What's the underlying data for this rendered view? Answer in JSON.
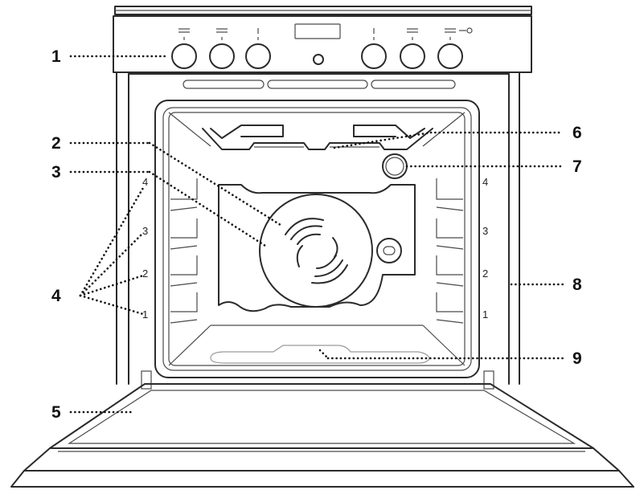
{
  "callouts": [
    {
      "id": "1",
      "label": "1"
    },
    {
      "id": "2",
      "label": "2"
    },
    {
      "id": "3",
      "label": "3"
    },
    {
      "id": "4",
      "label": "4"
    },
    {
      "id": "5",
      "label": "5"
    },
    {
      "id": "6",
      "label": "6"
    },
    {
      "id": "7",
      "label": "7"
    },
    {
      "id": "8",
      "label": "8"
    },
    {
      "id": "9",
      "label": "9"
    }
  ],
  "shelf_levels": {
    "left": [
      "4",
      "3",
      "2",
      "1"
    ],
    "right": [
      "4",
      "3",
      "2",
      "1"
    ]
  },
  "colors": {
    "line": "#2b2b2b",
    "light_line": "#9a9a9a",
    "background": "#ffffff"
  }
}
